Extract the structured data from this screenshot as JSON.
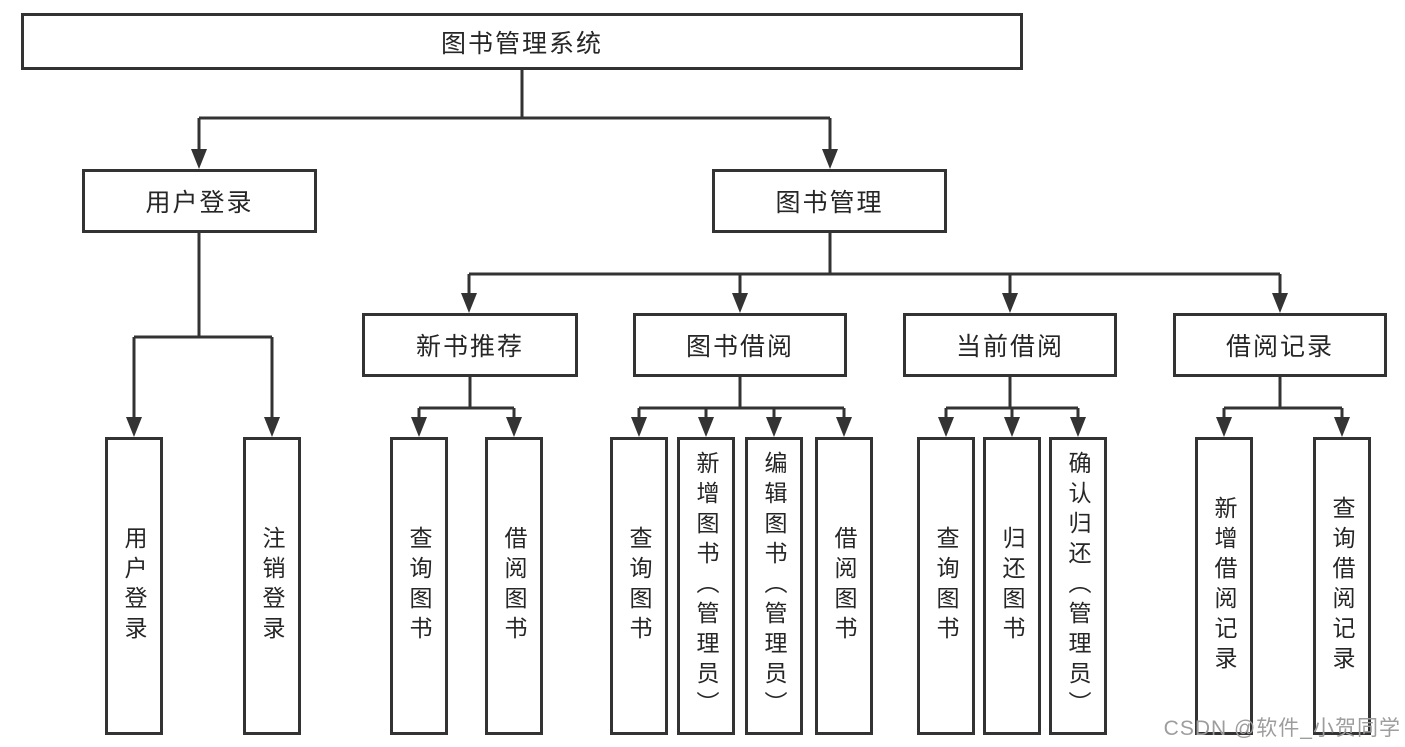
{
  "diagram": {
    "type": "tree",
    "title": "图书管理系统",
    "colors": {
      "line": "#333333",
      "box_border": "#333333",
      "text": "#262626",
      "background": "#ffffff",
      "watermark": "#9d9d9d"
    },
    "nodes": {
      "root": "图书管理系统",
      "user_login": "用户登录",
      "book_mgmt": "图书管理",
      "new_book_rec": "新书推荐",
      "book_borrowing": "图书借阅",
      "current_borrowing": "当前借阅",
      "borrowing_records": "借阅记录",
      "leaf_user_login": "用户登录",
      "leaf_logout": "注销登录",
      "rec_query": "查询图书",
      "rec_borrow": "借阅图书",
      "bb_query": "查询图书",
      "bb_add": "新增图书（管理员）",
      "bb_edit": "编辑图书（管理员）",
      "bb_borrow": "借阅图书",
      "cb_query": "查询图书",
      "cb_return": "归还图书",
      "cb_confirm": "确认归还（管理员）",
      "br_add": "新增借阅记录",
      "br_query": "查询借阅记录"
    },
    "hierarchy": {
      "图书管理系统": {
        "用户登录": [
          "用户登录",
          "注销登录"
        ],
        "图书管理": {
          "新书推荐": [
            "查询图书",
            "借阅图书"
          ],
          "图书借阅": [
            "查询图书",
            "新增图书（管理员）",
            "编辑图书（管理员）",
            "借阅图书"
          ],
          "当前借阅": [
            "查询图书",
            "归还图书",
            "确认归还（管理员）"
          ],
          "借阅记录": [
            "新增借阅记录",
            "查询借阅记录"
          ]
        }
      }
    }
  },
  "watermark": {
    "text": "CSDN @软件_小贺同学"
  }
}
